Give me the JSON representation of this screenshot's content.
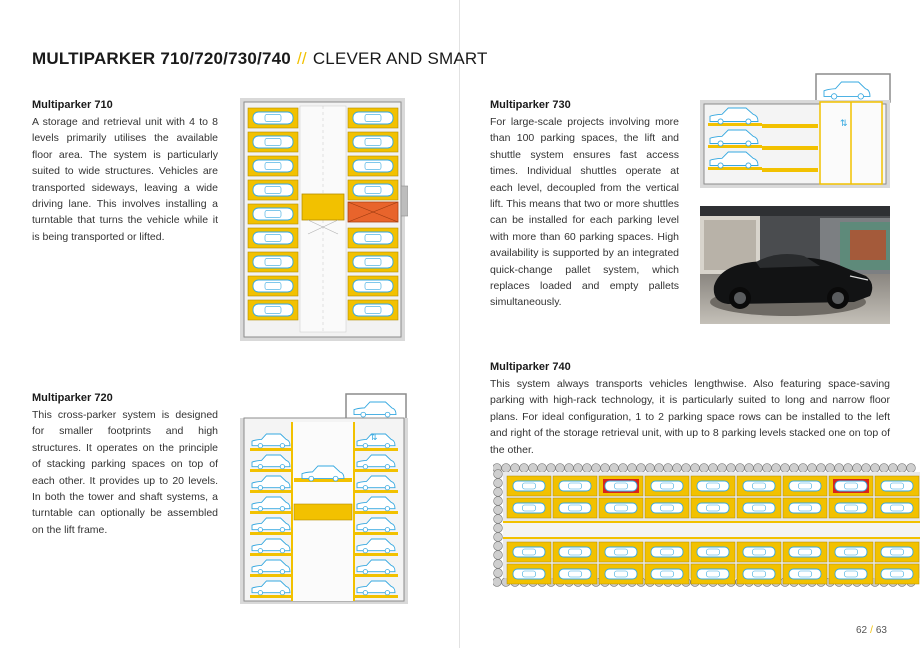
{
  "header": {
    "title": "MULTIPARKER 710/720/730/740",
    "separator": "//",
    "subtitle": "CLEVER AND SMART"
  },
  "sections": {
    "mp710": {
      "heading": "Multiparker 710",
      "body": "A storage and retrieval unit with 4 to 8 levels primarily utilises the available floor area. The system is particularly suited to wide structures. Vehicles are transported sideways, leaving a wide driving lane. This involves installing a turntable that turns the vehicle while it is being transported or lifted."
    },
    "mp720": {
      "heading": "Multiparker 720",
      "body": "This cross-parker system is designed for smaller footprints and high structures. It operates on the principle of stacking parking spaces on top of each other. It provides up to 20 levels. In both the tower and shaft systems, a turntable can optionally be assembled on the lift frame."
    },
    "mp730": {
      "heading": "Multiparker 730",
      "body": "For large-scale projects involving more than 100 parking spaces, the lift and shuttle system ensures fast access times. Individual shuttles operate at each level, decoupled from the vertical lift. This means that two or more shuttles can be installed for each parking level with more than 60 parking spaces. High availability is supported by an integrated quick-change pallet system, which replaces loaded and empty pallets simultaneously."
    },
    "mp740": {
      "heading": "Multiparker 740",
      "body": "This system always transports vehicles lengthwise. Also featuring space-saving parking with high-rack technology, it is particularly suited to long and narrow floor plans. For ideal configuration, 1 to 2 parking space rows can be installed to the left and right of the storage retrieval unit, with up to 8 parking levels stacked one on top of the other."
    }
  },
  "page_numbers": {
    "left": "62",
    "separator": "/",
    "right": "63"
  },
  "colors": {
    "accent_yellow": "#f2c100",
    "car_blue": "#35a8e0",
    "highlight_orange": "#e8642c",
    "highlight_red": "#d9241b",
    "structure_gray": "#9a9a9a",
    "text": "#333333"
  },
  "icons": {
    "lift_arrows": "up-down-arrows-icon"
  }
}
